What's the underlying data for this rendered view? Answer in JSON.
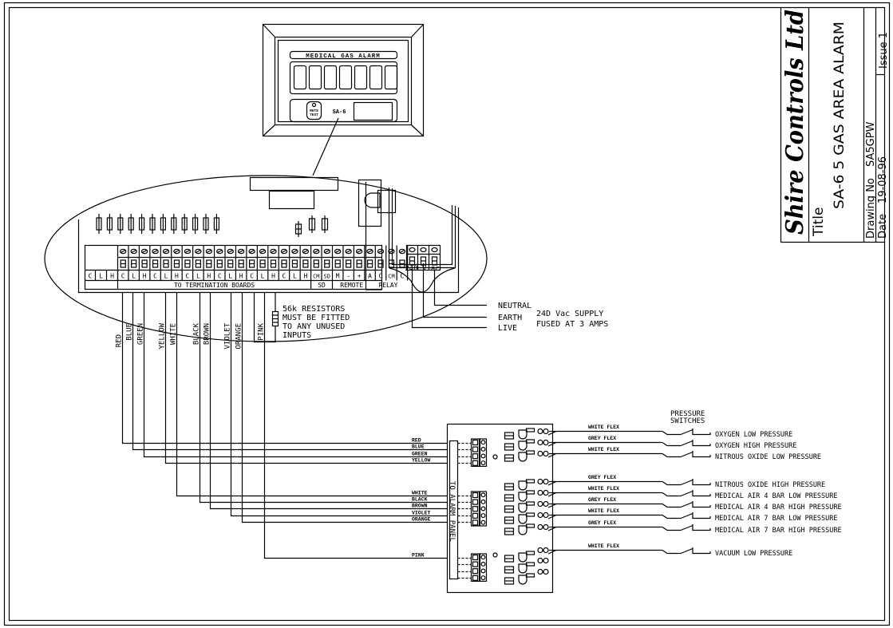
{
  "title_block": {
    "company": "Shire Controls Ltd",
    "title_label": "Title",
    "title": "SA-6 5 GAS AREA ALARM",
    "issue": "Issue 1",
    "drawing_no_label": "Drawing No",
    "drawing_no": "SA5GPW",
    "date_label": "Date",
    "date": "19-08-96"
  },
  "alarm_unit": {
    "header": "MEDICAL GAS ALARM",
    "model": "SA-6",
    "test_button": "MUTE TEST",
    "window_count": 7
  },
  "pcb": {
    "bottom_labels": [
      "C",
      "L",
      "H",
      "C",
      "L",
      "H",
      "C",
      "L",
      "H",
      "C",
      "L",
      "H",
      "C",
      "L",
      "H",
      "C",
      "L",
      "H",
      "CM",
      "SD",
      "M",
      "-",
      "+",
      "A",
      "O",
      "CM",
      "C"
    ],
    "group_labels": {
      "termination": "TO TERMINATION BOARDS",
      "sd": "SD",
      "remote": "REMOTE",
      "relay": "RELAY"
    },
    "supply_terminals": [
      "L",
      "⏚",
      "N"
    ],
    "supply_rating": "240 V ac"
  },
  "notes": {
    "resistor_note": [
      "56k RESISTORS",
      "MUST BE FITTED",
      "TO ANY UNUSED",
      "INPUTS"
    ],
    "supply_lines": [
      "NEUTRAL",
      "EARTH",
      "LIVE"
    ],
    "supply_note": [
      "24D Vac SUPPLY",
      "FUSED AT 3 AMPS"
    ]
  },
  "wires": [
    {
      "color": "RED"
    },
    {
      "color": "BLUE"
    },
    {
      "color": "GREEN"
    },
    {
      "color": "YELLOW"
    },
    {
      "color": "WHITE"
    },
    {
      "color": "BLACK"
    },
    {
      "color": "BROWN"
    },
    {
      "color": "VIOLET"
    },
    {
      "color": "ORANGE"
    },
    {
      "color": "PINK"
    }
  ],
  "panel_wire_labels": [
    "RED",
    "BLUE",
    "GREEN",
    "YELLOW",
    "WHITE",
    "BLACK",
    "BROWN",
    "VIOLET",
    "ORANGE",
    "PINK"
  ],
  "alarm_panel_label": "TO ALARM PANEL",
  "pressure_switches": {
    "heading": [
      "PRESSURE",
      "SWITCHES"
    ],
    "items": [
      {
        "cable": "WHITE FLEX",
        "label": "OXYGEN LOW PRESSURE"
      },
      {
        "cable": "GREY FLEX",
        "label": "OXYGEN HIGH PRESSURE"
      },
      {
        "cable": "WHITE FLEX",
        "label": "NITROUS OXIDE LOW PRESSURE"
      },
      {
        "cable": "GREY FLEX",
        "label": "NITROUS OXIDE HIGH PRESSURE"
      },
      {
        "cable": "WHITE FLEX",
        "label": "MEDICAL AIR 4 BAR LOW PRESSURE"
      },
      {
        "cable": "GREY FLEX",
        "label": "MEDICAL AIR 4 BAR HIGH PRESSURE"
      },
      {
        "cable": "WHITE FLEX",
        "label": "MEDICAL AIR 7 BAR LOW PRESSURE"
      },
      {
        "cable": "GREY FLEX",
        "label": "MEDICAL AIR 7 BAR HIGH PRESSURE"
      },
      {
        "cable": "WHITE FLEX",
        "label": "VACUUM LOW PRESSURE"
      }
    ]
  }
}
